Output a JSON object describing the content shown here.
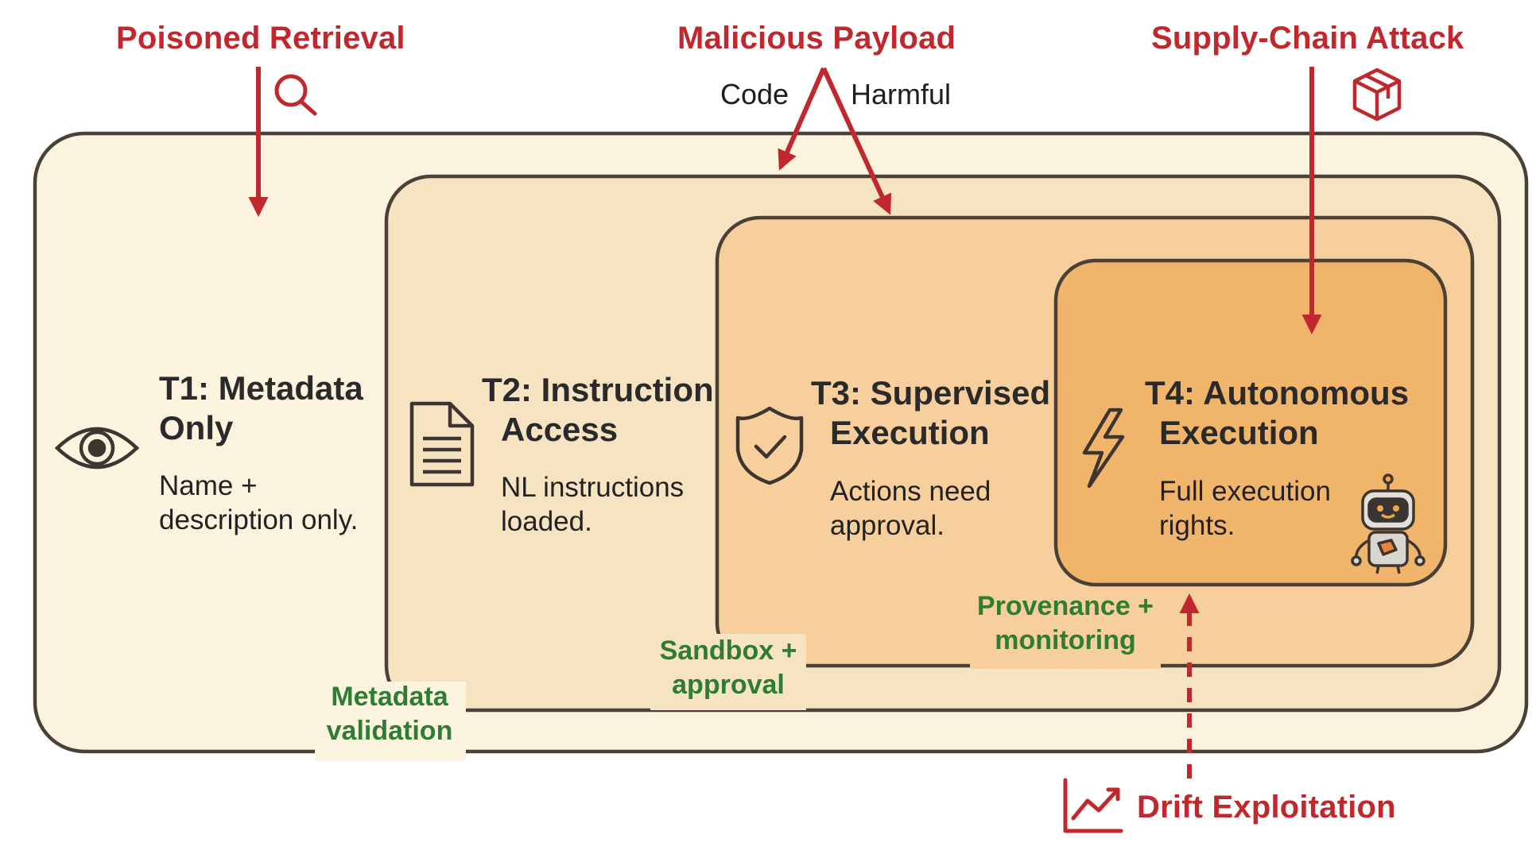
{
  "threats": {
    "poisoned_retrieval": "Poisoned Retrieval",
    "malicious_payload": "Malicious Payload",
    "supply_chain": "Supply-Chain Attack",
    "drift": "Drift Exploitation"
  },
  "payload_branches": {
    "code": "Code",
    "harmful": "Harmful"
  },
  "tiers": [
    {
      "title_1": "T1: Metadata",
      "title_2": "Only",
      "desc_1": "Name +",
      "desc_2": "description only.",
      "icon": "eye-icon"
    },
    {
      "title_1": "T2: Instruction",
      "title_2": "Access",
      "desc_1": "NL instructions",
      "desc_2": "loaded.",
      "icon": "document-icon"
    },
    {
      "title_1": "T3: Supervised",
      "title_2": "Execution",
      "desc_1": "Actions need",
      "desc_2": "approval.",
      "icon": "shield-check-icon"
    },
    {
      "title_1": "T4: Autonomous",
      "title_2": "Execution",
      "desc_1": "Full execution",
      "desc_2": "rights.",
      "icon": "lightning-icon"
    }
  ],
  "defenses": {
    "metadata_1": "Metadata",
    "metadata_2": "validation",
    "sandbox_1": "Sandbox +",
    "sandbox_2": "approval",
    "provenance_1": "Provenance +",
    "provenance_2": "monitoring"
  },
  "colors": {
    "threat": "#c0282d",
    "defense": "#2e7d32",
    "tier1_fill": "#fcf3de",
    "tier2_fill": "#f6e3c2",
    "tier3_fill": "#f7cf9c",
    "tier4_fill": "#f0b46b",
    "border": "#4a4036"
  },
  "icons": [
    "magnifier-icon",
    "package-icon",
    "trend-chart-icon",
    "robot-icon"
  ]
}
